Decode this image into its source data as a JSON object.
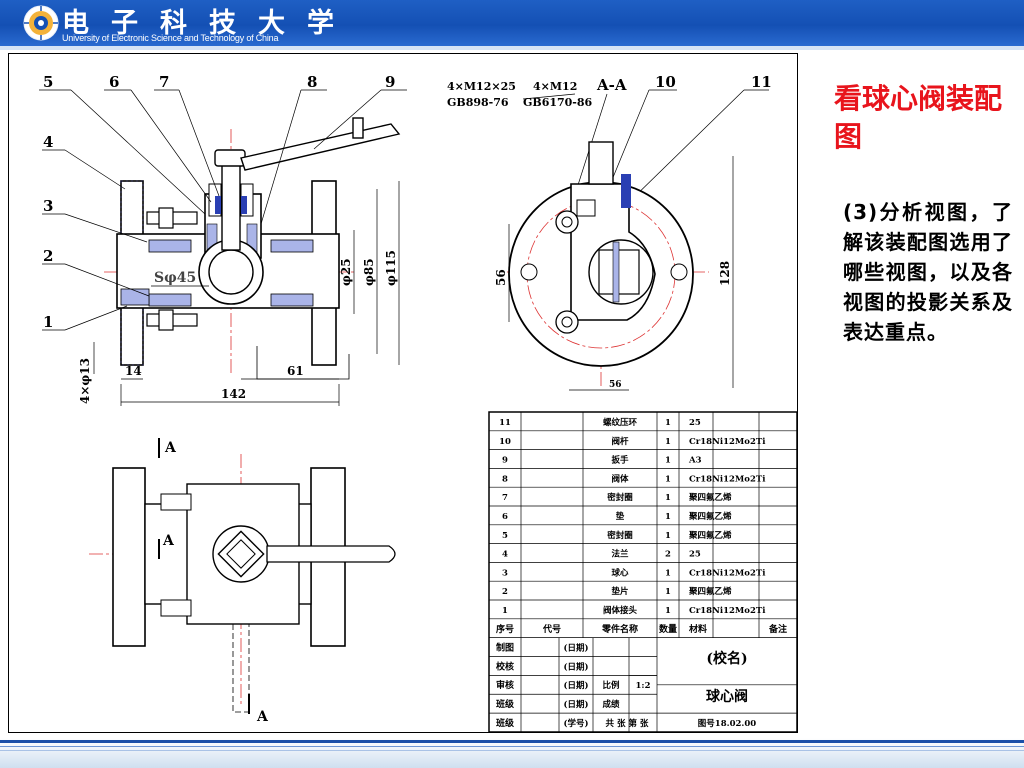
{
  "header": {
    "university_cn": "电子科技大学",
    "university_en": "University of Electronic Science and Technology of China",
    "bg_color": "#1450b4"
  },
  "slide": {
    "title": "看球心阀装配图",
    "body": "(3)分析视图，了解该装配图选用了哪些视图，以及各视图的投影关系及表达重点。",
    "title_color": "#e8141c"
  },
  "drawing": {
    "leaders": [
      "5",
      "6",
      "7",
      "8",
      "9",
      "10",
      "11",
      "4",
      "3",
      "2",
      "1"
    ],
    "bolt_note_1": "4×M12×25",
    "bolt_std_1": "GB898-76",
    "bolt_note_2": "4×M12",
    "bolt_std_2": "GB6170-86",
    "section_label": "A-A",
    "dims": {
      "sphere": "Sφ45",
      "bore": "φ25",
      "pcd": "φ85",
      "flange": "φ115",
      "holes": "4×φ13",
      "d14": "14",
      "d61": "61",
      "d142": "142",
      "d56_v": "56",
      "d56_h": "56",
      "d128": "128"
    },
    "section_mark": "A"
  },
  "title_block": {
    "headers": [
      "序号",
      "代号",
      "零件名称",
      "数量",
      "材料",
      "备注"
    ],
    "parts": [
      [
        "11",
        "",
        "螺纹压环",
        "1",
        "25",
        ""
      ],
      [
        "10",
        "",
        "阀杆",
        "1",
        "Cr18Ni12Mo2Ti",
        ""
      ],
      [
        "9",
        "",
        "扳手",
        "1",
        "A3",
        ""
      ],
      [
        "8",
        "",
        "阀体",
        "1",
        "Cr18Ni12Mo2Ti",
        ""
      ],
      [
        "7",
        "",
        "密封圈",
        "1",
        "聚四氟乙烯",
        ""
      ],
      [
        "6",
        "",
        "垫",
        "1",
        "聚四氟乙烯",
        ""
      ],
      [
        "5",
        "",
        "密封圈",
        "1",
        "聚四氟乙烯",
        ""
      ],
      [
        "4",
        "",
        "法兰",
        "2",
        "25",
        ""
      ],
      [
        "3",
        "",
        "球心",
        "1",
        "Cr18Ni12Mo2Ti",
        ""
      ],
      [
        "2",
        "",
        "垫片",
        "1",
        "聚四氟乙烯",
        ""
      ],
      [
        "1",
        "",
        "阀体接头",
        "1",
        "Cr18Ni12Mo2Ti",
        ""
      ]
    ],
    "sign_rows": [
      [
        "制图",
        "(日期)"
      ],
      [
        "校核",
        "(日期)"
      ],
      [
        "审核",
        "(日期)"
      ],
      [
        "班级",
        "(日期)"
      ],
      [
        "班级",
        "(学号)"
      ]
    ],
    "scale_label": "比例",
    "scale_value": "1:2",
    "grade_label": "成绩",
    "sheet_text": "共  张  第  张",
    "school_name": "(校名)",
    "part_name": "球心阀",
    "drawing_no": "图号18.02.00"
  }
}
